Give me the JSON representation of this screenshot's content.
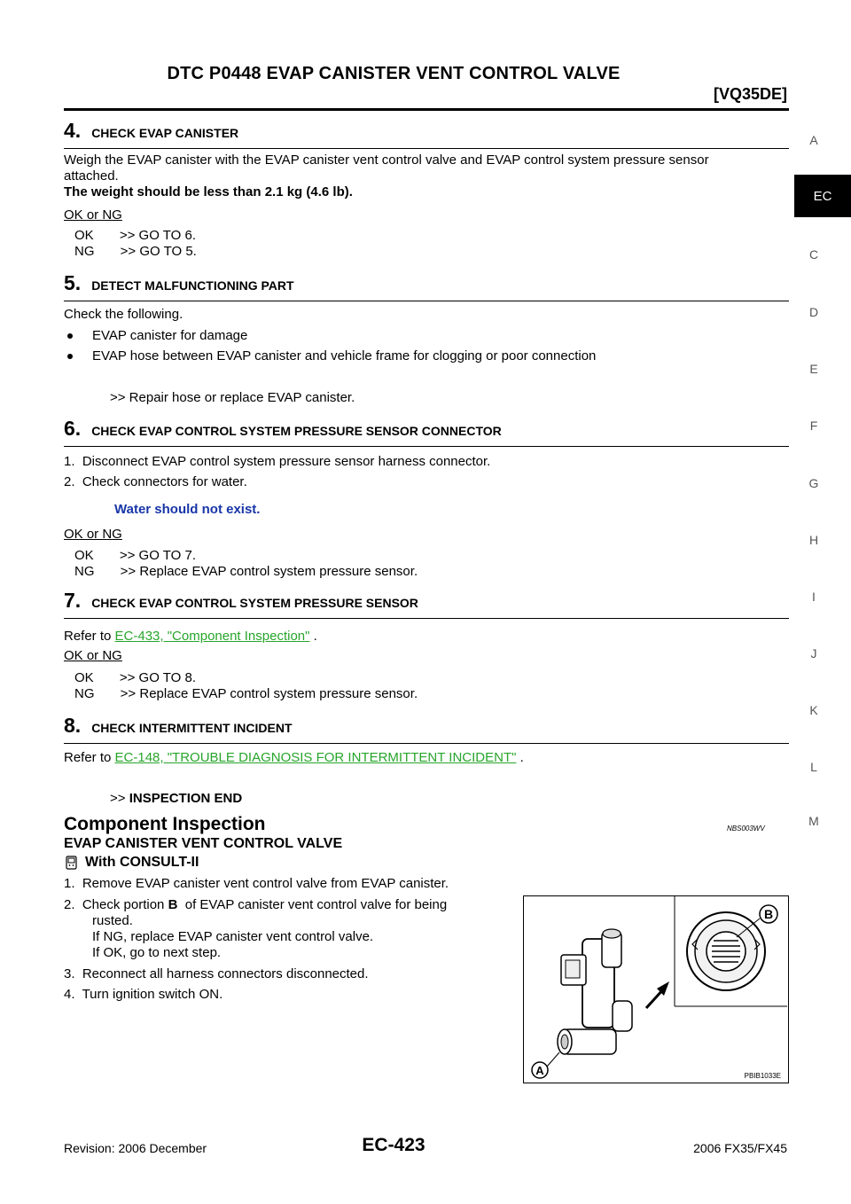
{
  "header": {
    "title": "DTC P0448 EVAP CANISTER VENT CONTROL VALVE",
    "engine": "[VQ35DE]"
  },
  "side_letters": [
    "A",
    "C",
    "D",
    "E",
    "F",
    "G",
    "H",
    "I",
    "J",
    "K",
    "L",
    "M"
  ],
  "side_tab": "EC",
  "step4": {
    "num": "4.",
    "heading": "CHECK EVAP CANISTER",
    "line1": "Weigh the EVAP canister with the EVAP canister vent control valve and EVAP control system pressure sensor",
    "line2": "attached.",
    "bold": "The weight should be less than 2.1 kg (4.6 lb).",
    "okng": "OK or NG",
    "ok": "OK       >> GO TO 6.",
    "ng": "NG       >> GO TO 5."
  },
  "step5": {
    "num": "5.",
    "heading": "DETECT MALFUNCTIONING PART",
    "intro": "Check the following.",
    "bullet1": "EVAP canister for damage",
    "bullet2": "EVAP hose between EVAP canister and vehicle frame for clogging or poor connection",
    "result": ">> Repair hose or replace EVAP canister."
  },
  "step6": {
    "num": "6.",
    "heading": "CHECK EVAP CONTROL SYSTEM PRESSURE SENSOR CONNECTOR",
    "item1": "1.  Disconnect EVAP control system pressure sensor harness connector.",
    "item2": "2.  Check connectors for water.",
    "note": "Water should not exist.",
    "okng": "OK or NG",
    "ok": "OK       >> GO TO 7.",
    "ng": "NG       >> Replace EVAP control system pressure sensor."
  },
  "step7": {
    "num": "7.",
    "heading": "CHECK EVAP CONTROL SYSTEM PRESSURE SENSOR",
    "refer": "Refer to ",
    "link": "EC-433, \"Component Inspection\"",
    "after": " .",
    "okng": "OK or NG",
    "ok": "OK       >> GO TO 8.",
    "ng": "NG       >> Replace EVAP control system pressure sensor."
  },
  "step8": {
    "num": "8.",
    "heading": "CHECK INTERMITTENT INCIDENT",
    "refer": "Refer to ",
    "link": "EC-148, \"TROUBLE DIAGNOSIS FOR INTERMITTENT INCIDENT\"",
    "after": " .",
    "end_prefix": ">> ",
    "end": "INSPECTION END"
  },
  "component": {
    "title": "Component Inspection",
    "code": "NBS003WV",
    "subtitle": "EVAP CANISTER VENT CONTROL VALVE",
    "with": "With CONSULT-II",
    "item1": "1.  Remove EVAP canister vent control valve from EVAP canister.",
    "item2a": "2.  Check portion ",
    "item2b": "B",
    "item2c": "  of EVAP canister vent control valve for being",
    "item2d": "rusted.",
    "item2e": "If NG, replace EVAP canister vent control valve.",
    "item2f": "If OK, go to next step.",
    "item3": "3.  Reconnect all harness connectors disconnected.",
    "item4": "4.  Turn ignition switch ON."
  },
  "figure": {
    "label_a": "A",
    "label_b": "B",
    "code": "PBIB1033E"
  },
  "footer": {
    "revision": "Revision: 2006 December",
    "page": "EC-423",
    "model": "2006 FX35/FX45"
  }
}
